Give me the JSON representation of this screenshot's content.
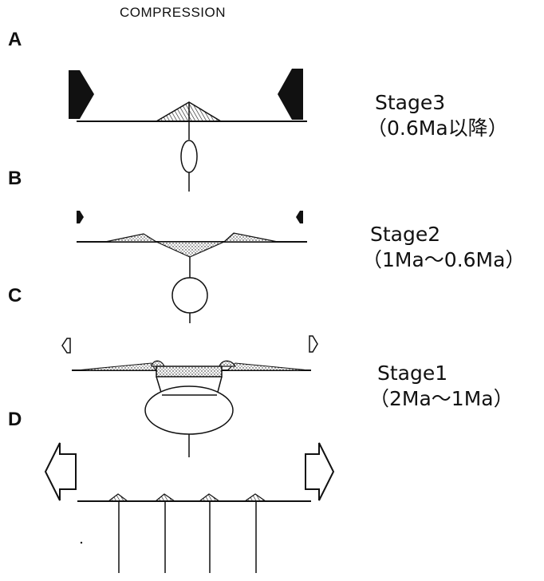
{
  "heading": "COMPRESSION",
  "panels": {
    "a": {
      "letter": "A"
    },
    "b": {
      "letter": "B"
    },
    "c": {
      "letter": "C"
    },
    "d": {
      "letter": "D"
    }
  },
  "stages": [
    {
      "name": "Stage3",
      "period": "（0.6Ma以降）"
    },
    {
      "name": "Stage2",
      "period": "（1Ma～0.6Ma）"
    },
    {
      "name": "Stage1",
      "period": "（2Ma～1Ma）"
    }
  ],
  "colors": {
    "ink": "#111111",
    "background": "#ffffff"
  }
}
